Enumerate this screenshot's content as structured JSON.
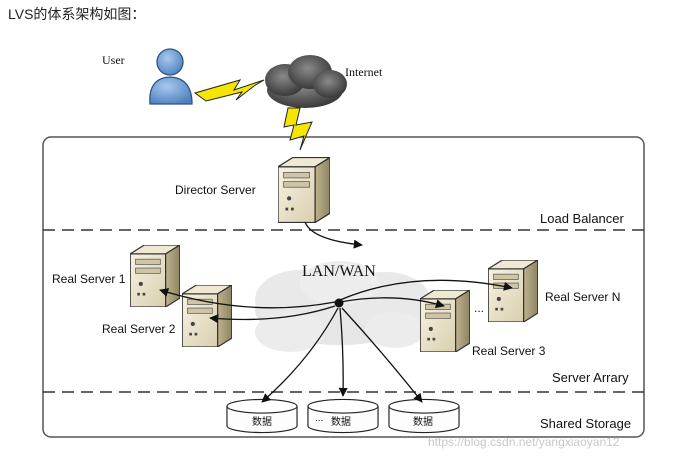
{
  "page": {
    "title": "LVS的体系架构如图："
  },
  "diagram": {
    "nodes": {
      "user": "User",
      "internet": "Internet",
      "director": "Director Server",
      "lan": "LAN/WAN",
      "rs1": "Real Server 1",
      "rs2": "Real Server 2",
      "rs3": "Real Server 3",
      "rsn": "Real Server N",
      "ellipsis": "...",
      "db1": "数据",
      "db2": "数据",
      "db3": "数据",
      "db_ellipsis": "..."
    },
    "sections": {
      "load_balancer": "Load Balancer",
      "server_array": "Server Arrary",
      "shared_storage": "Shared Storage"
    },
    "icons": {
      "user": "user-icon",
      "cloud": "cloud-icon",
      "lightning": "lightning-icon",
      "server": "server-tower-icon",
      "storage": "storage-cylinder-icon"
    },
    "colors": {
      "user_blue": "#6f9fd6",
      "lightning_yellow": "#f4e600",
      "server_beige": "#ece4cc",
      "frame": "#555555"
    }
  },
  "watermark": "https://blog.csdn.net/yangxiaoyan12"
}
